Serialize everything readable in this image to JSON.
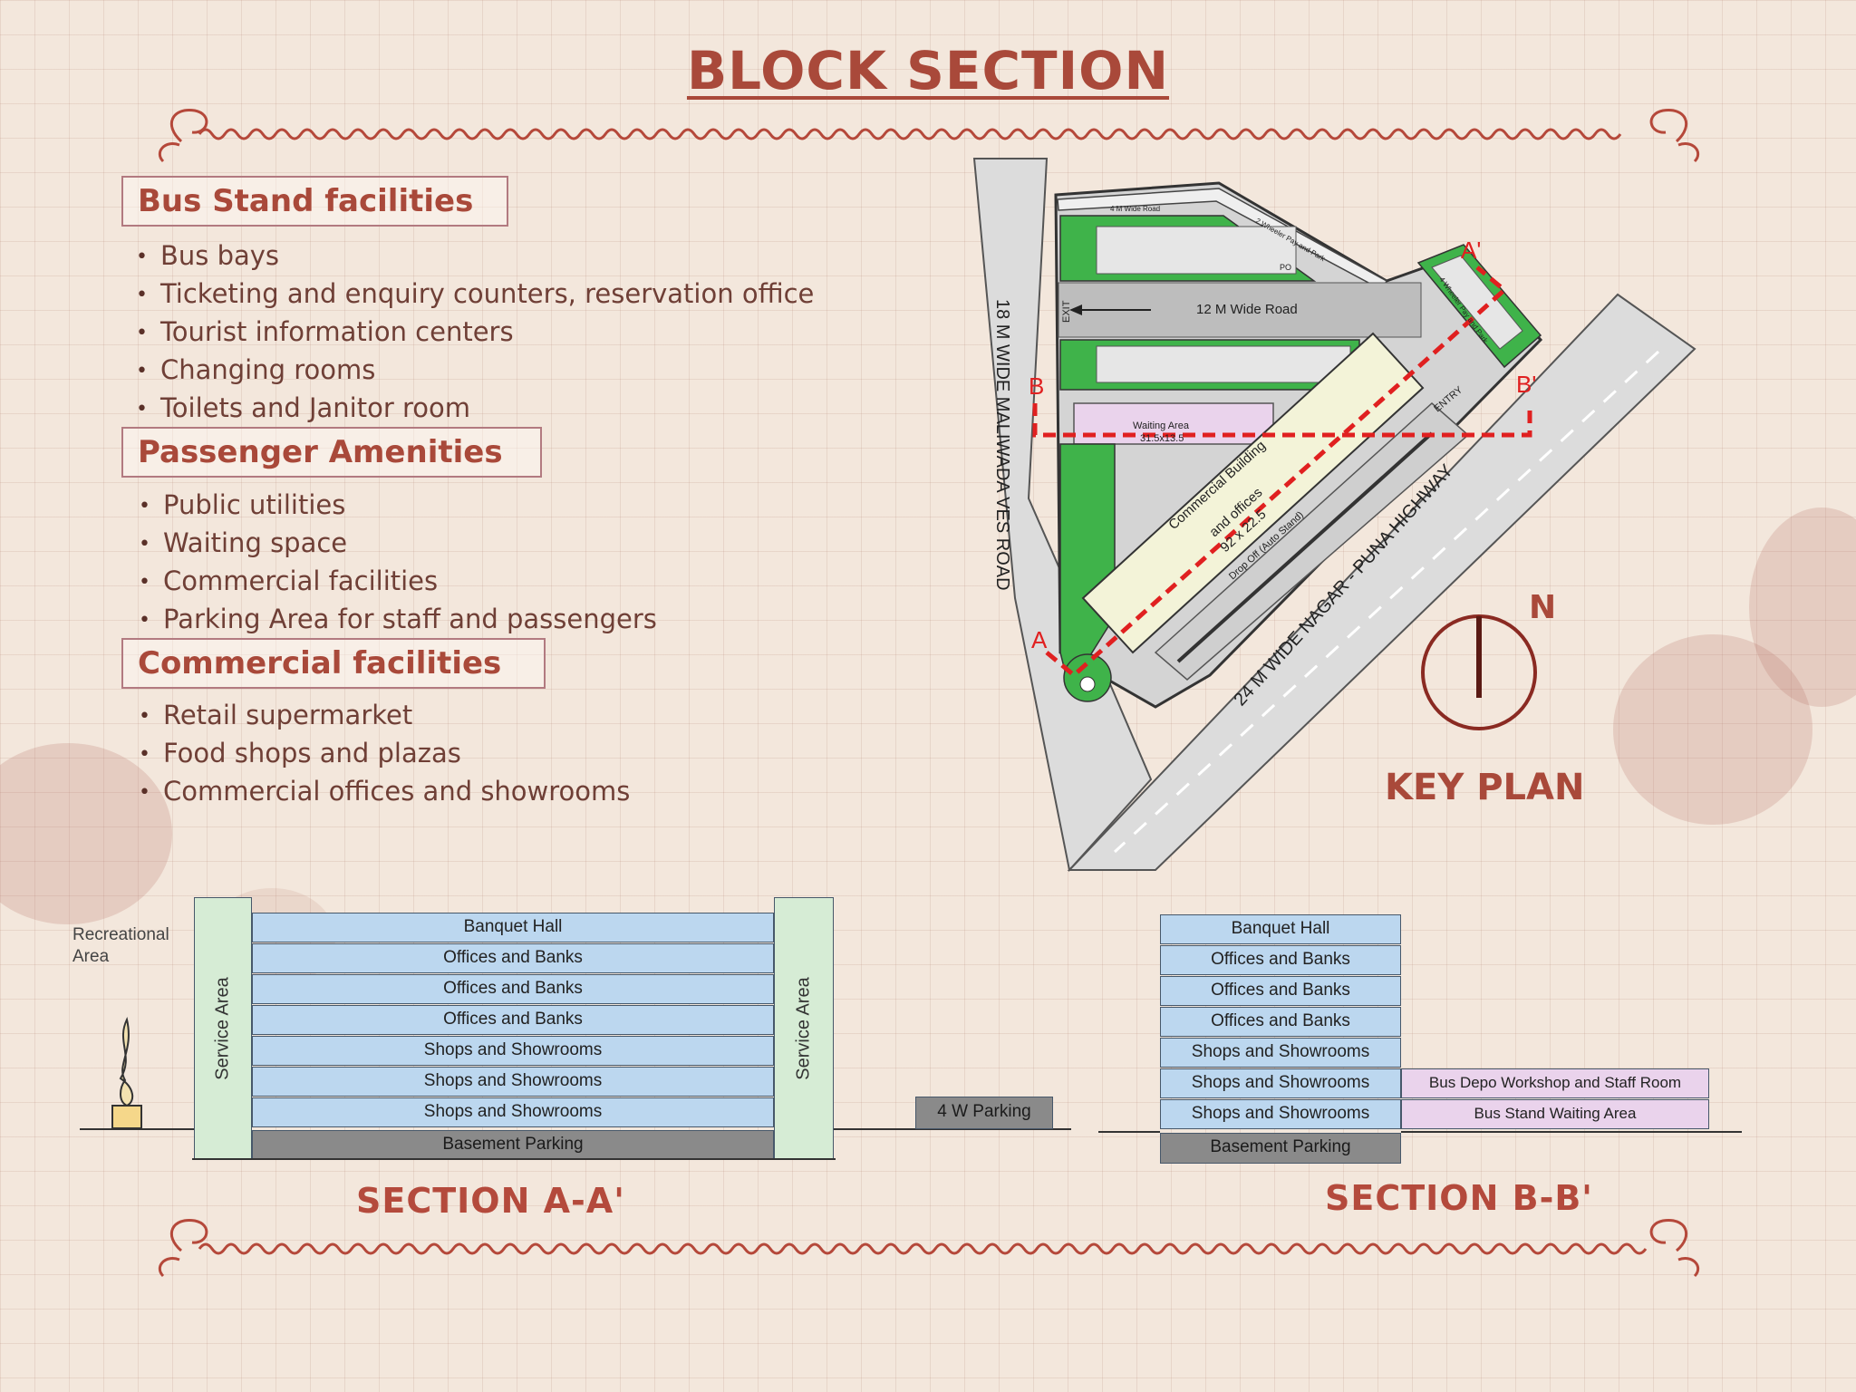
{
  "title": "BLOCK SECTION",
  "colors": {
    "heading": "#a9493a",
    "section_line": "#e02020",
    "floor_blue": "#bcd7ef",
    "service_green": "#d6ecd5",
    "basement_grey": "#8a8a8a",
    "plot_green": "#3fb34a"
  },
  "sections": [
    {
      "heading": "Bus Stand facilities",
      "items": [
        "Bus bays",
        "Ticketing and enquiry counters, reservation office",
        "Tourist information centers",
        "Changing rooms",
        "Toilets and Janitor room"
      ]
    },
    {
      "heading": "Passenger Amenities",
      "items": [
        "Public utilities",
        "Waiting space",
        "Commercial facilities",
        "Parking Area for staff and passengers"
      ]
    },
    {
      "heading": "Commercial facilities",
      "items": [
        "Retail supermarket",
        "Food shops and plazas",
        "Commercial offices and showrooms"
      ]
    }
  ],
  "key_plan": {
    "title": "KEY PLAN",
    "north": "N",
    "left_road": "18 M WIDE MALIWADA VES ROAD",
    "highway": "24 M WIDE NAGAR - PUNA HIGHWAY",
    "inner_road": "12 M Wide Road",
    "top_road": "4 M Wide Road",
    "two_wheeler": "2 Wheeler Pay and Park",
    "four_wheeler": "4 Wheeler Pay and Park",
    "exit": "EXIT",
    "entry": "ENTRY",
    "waiting_area": "Waiting Area",
    "waiting_dim": "31.5x13.5",
    "commercial_1": "Commercial Building",
    "commercial_2": "and offices",
    "commercial_dim": "92 x 22.5",
    "drop_off": "Drop Off (Auto Stand)",
    "po": "PO",
    "marker_a": "A",
    "marker_a2": "A'",
    "marker_b": "B",
    "marker_b2": "B'"
  },
  "section_aa": {
    "title": "SECTION A-A'",
    "recreational": [
      "Recreational",
      "Area"
    ],
    "service": "Service Area",
    "floors": [
      "Banquet Hall",
      "Offices and Banks",
      "Offices and Banks",
      "Offices and Banks",
      "Shops and Showrooms",
      "Shops and Showrooms",
      "Shops and Showrooms"
    ],
    "basement": "Basement Parking",
    "parking": "4 W Parking"
  },
  "section_bb": {
    "title": "SECTION B-B'",
    "floors": [
      "Banquet Hall",
      "Offices and Banks",
      "Offices and Banks",
      "Offices and Banks",
      "Shops and Showrooms",
      "Shops and Showrooms",
      "Shops and Showrooms"
    ],
    "basement": "Basement Parking",
    "annex": [
      "Bus Depo Workshop and Staff Room",
      "Bus Stand Waiting Area"
    ]
  }
}
